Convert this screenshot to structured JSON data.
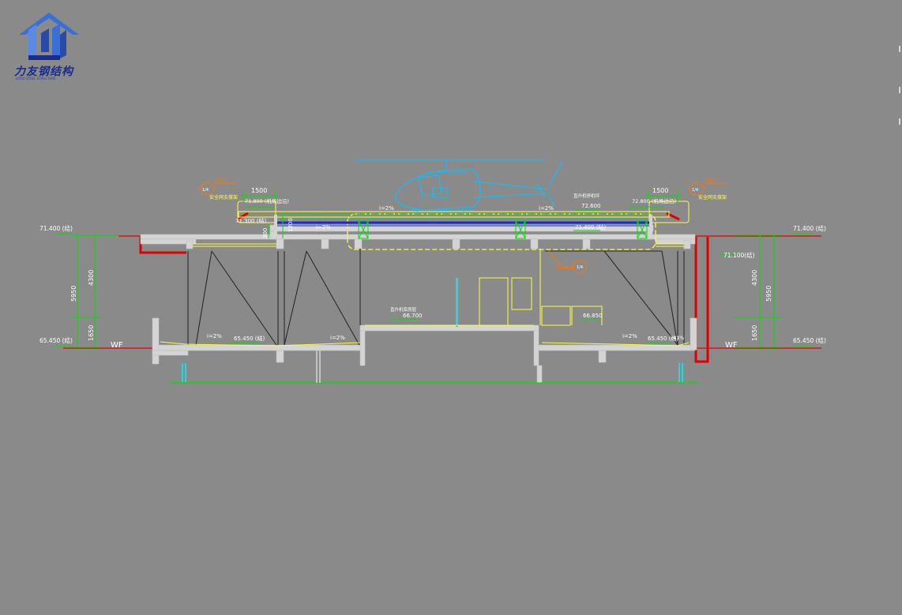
{
  "logo": {
    "title": "力友钢结构",
    "subtitle": "LIYOU STEEL STRUCTURE"
  },
  "colors": {
    "background": "#8a8a8a",
    "slab": "#d4d4d4",
    "ground_line": "#e00000",
    "dimension": "#00e000",
    "helipad": "#ffff40",
    "helicopter": "#1fb8ef",
    "deck_beam": "#1a2bd6",
    "callout": "#e87a1a",
    "safety_net": "#e00000",
    "cyan_post": "#23d6e0"
  },
  "icons": [
    "house-logo-icon",
    "helicopter-icon"
  ],
  "annotations": {
    "elev_left_top": "71.400 (结)",
    "elev_right_top": "71.400 (结)",
    "elev_left_bottom": "65.450 (结)",
    "elev_right_bottom": "65.450 (结)",
    "elev_right_mid": "71.100(结)",
    "wf_left": "WF",
    "wf_right": "WF",
    "dim_5950_left": "5950",
    "dim_4300_left": "4300",
    "dim_1650_left": "1650",
    "dim_5950_right": "5950",
    "dim_4300_right": "4300",
    "dim_1650_right": "1650",
    "dim_1500_left": "1500",
    "dim_1500_right": "1500",
    "dim_1200": "1200",
    "dim_300": "300",
    "elev_71800": "71.800 (机场边沿)",
    "elev_72800": "72.800 (机场边沿)",
    "elev_72600": "72.600",
    "elev_71300": "71.300 (结)",
    "elev_71400_mid": "71.400 (结)",
    "elev_66700": "66.700",
    "elev_66850": "66.850",
    "elev_65450_left_mid": "65.450 (结)",
    "elev_65450_right_mid": "65.450 (结)",
    "slope_1": "i=2%",
    "slope_2": "i=2%",
    "slope_3": "i=2%",
    "slope_4": "i=2%",
    "slope_5": "i=2%",
    "slope_6": "i=2%",
    "slope_7": "i=2%",
    "safety_net_left": "安全网支撑架",
    "safety_net_right": "安全网支撑架",
    "callout_left_ref": "详JP-5",
    "callout_right_ref": "详JP-5",
    "callout_left_tag": "1/4",
    "callout_right_tag": "1/4",
    "callout_bottom_ref": "详JP-6",
    "callout_bottom_tag": "1/4",
    "helipad_label": "直升机停机坪",
    "room_label": "直升机库房层"
  }
}
